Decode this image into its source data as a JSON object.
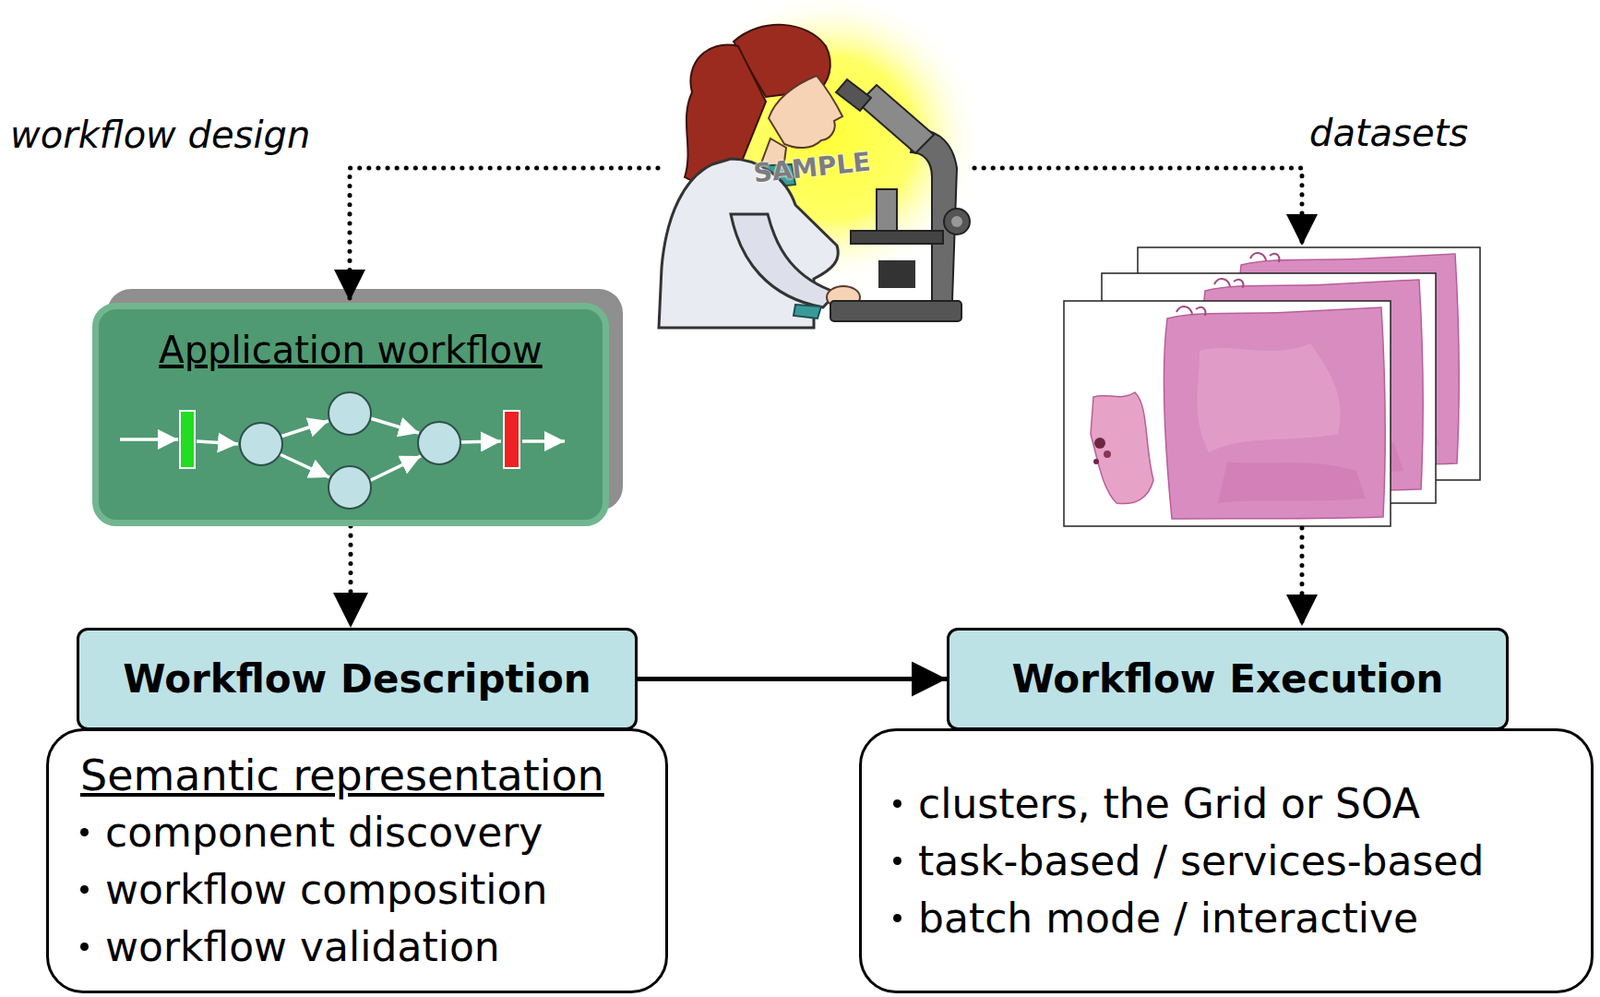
{
  "diagram": {
    "nodes": [
      {
        "text": [
          "Application workflow"
        ]
      },
      {
        "text": [
          "Workflow Description"
        ]
      },
      {
        "text": [
          "Semantic representation",
          "component discovery",
          "workflow composition",
          "workflow validation"
        ]
      },
      {
        "text": [
          "Workflow Execution"
        ]
      },
      {
        "text": [
          "clusters, the Grid or SOA",
          "task-based / services-based",
          "batch mode / interactive"
        ]
      }
    ],
    "edges": [
      {
        "from": 0,
        "to": 1,
        "arrow": "to"
      },
      {
        "from": 1,
        "to": 3,
        "arrow": "to"
      }
    ],
    "labels": [
      "workflow design",
      "SAMPLE",
      "datasets"
    ]
  }
}
